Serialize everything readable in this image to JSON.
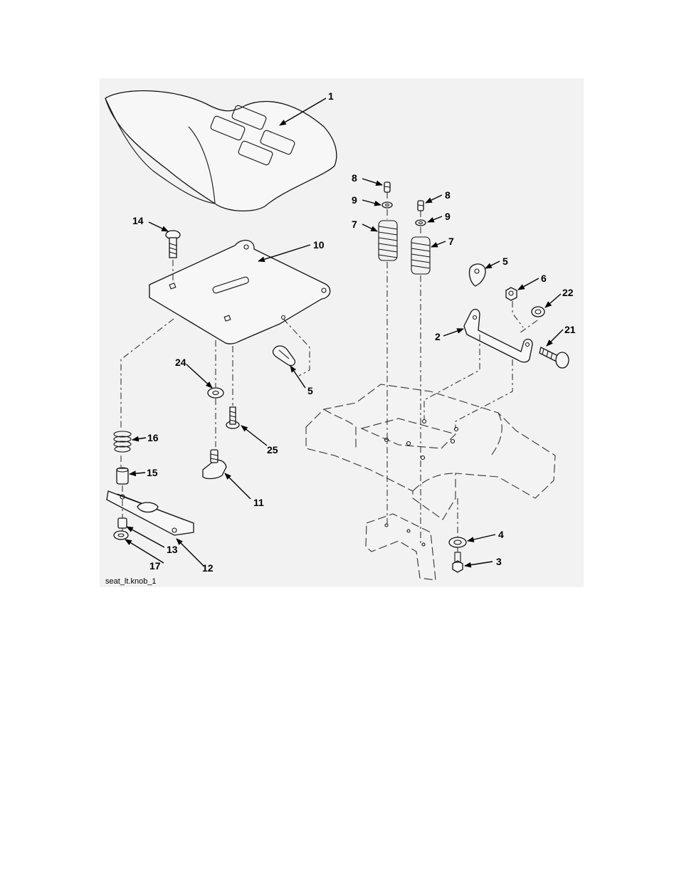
{
  "diagram": {
    "caption": "seat_lt.knob_1",
    "callouts": [
      "1",
      "2",
      "3",
      "4",
      "5",
      "5",
      "6",
      "7",
      "7",
      "8",
      "8",
      "9",
      "9",
      "10",
      "11",
      "12",
      "13",
      "14",
      "15",
      "16",
      "17",
      "21",
      "22",
      "24",
      "25"
    ]
  }
}
